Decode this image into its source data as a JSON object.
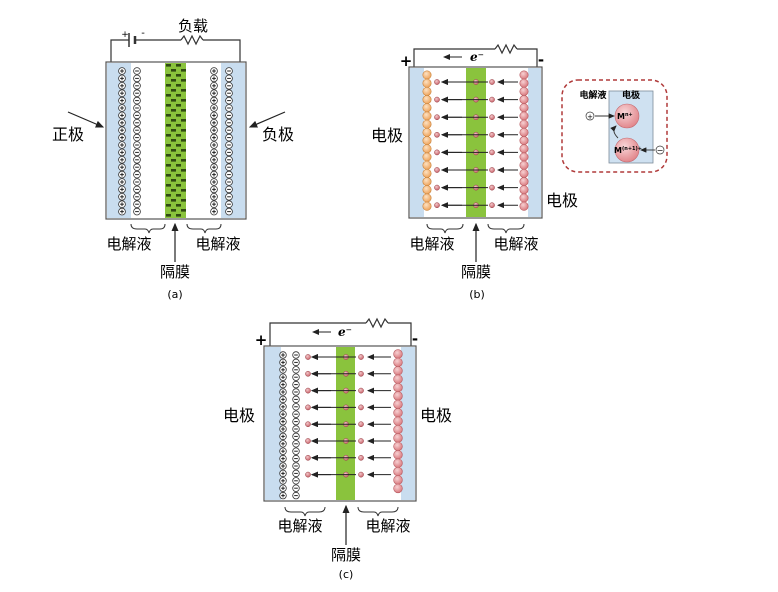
{
  "panel_a": {
    "load_label": "负载",
    "battery_plus": "+",
    "battery_minus": "-",
    "left_pole": "正极",
    "right_pole": "负极",
    "electrolyte_left": "电解液",
    "electrolyte_right": "电解液",
    "separator": "隔膜",
    "caption": "(a)"
  },
  "panel_b": {
    "electron_label": "e⁻",
    "terminal_plus": "+",
    "terminal_minus": "-",
    "electrode_left": "电极",
    "electrode_right": "电极",
    "electrolyte_left": "电解液",
    "electrolyte_right": "电解液",
    "separator": "隔膜",
    "caption": "(b)",
    "inset": {
      "electrolyte": "电解液",
      "electrode": "电极",
      "ion_top": "M",
      "ion_top_sup": "n+",
      "ion_bottom": "M",
      "ion_bottom_sup": "(n+1)+",
      "plus_sign": "+",
      "minus_sign": "−"
    }
  },
  "panel_c": {
    "electron_label": "e⁻",
    "terminal_plus": "+",
    "terminal_minus": "-",
    "electrode_left": "电极",
    "electrode_right": "电极",
    "electrolyte_left": "电解液",
    "electrolyte_right": "电解液",
    "separator": "隔膜",
    "caption": "(c)"
  },
  "colors": {
    "electrode_blue": "#c9ddef",
    "separator_green": "#8ac33d",
    "orange_ion": "#f6c08a",
    "pink_ion": "#e7a1a4",
    "inset_border": "#b03a3a"
  }
}
